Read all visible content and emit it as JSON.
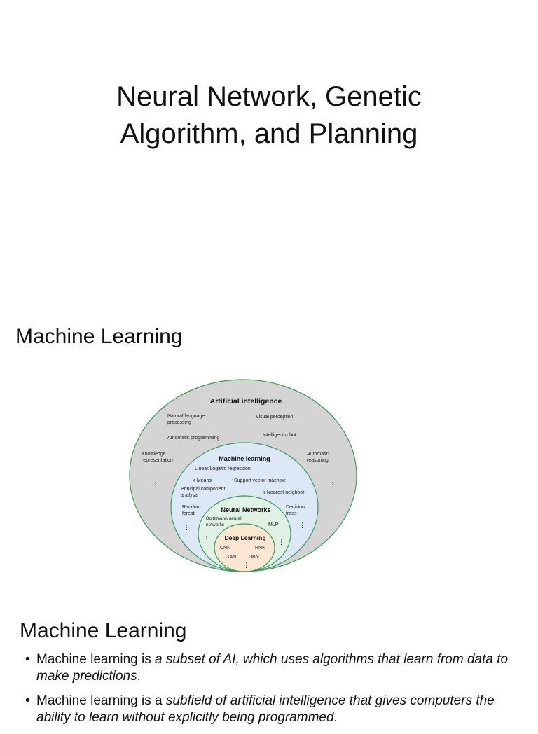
{
  "title": {
    "line1": "Neural Network, Genetic",
    "line2": "Algorithm, and Planning"
  },
  "section1": {
    "heading": "Machine Learning"
  },
  "diagram": {
    "ai": {
      "title": "Artificial intelligence",
      "nlp_line1": "Natural language",
      "nlp_line2": "processing",
      "visual": "Visual perception",
      "autoprog": "Automatic programming",
      "robot": "Intelligent robot",
      "kr_line1": "Knowledge",
      "kr_line2": "representation",
      "ar_line1": "Automatic",
      "ar_line2": "reasoning",
      "ellipsis": "⋮"
    },
    "ml": {
      "title": "Machine learning",
      "linreg": "Linear/Logistic regression",
      "kmeans": "k-Means",
      "svm": "Support vector machine",
      "pca_line1": "Principal component",
      "pca_line2": "analysis",
      "knn": "k-Nearest neighbor",
      "rf_line1": "Random",
      "rf_line2": "forest",
      "dt_line1": "Decision",
      "dt_line2": "trees",
      "ellipsis": "⋮"
    },
    "nn": {
      "title": "Neural Networks",
      "boltz_line1": "Boltzmann neural",
      "boltz_line2": "networks",
      "mlp": "MLP",
      "ellipsis": "⋮"
    },
    "dl": {
      "title": "Deep Learning",
      "cnn": "CNN",
      "rnn": "RNN",
      "gan": "GAN",
      "dbn": "DBN",
      "ellipsis": "⋮"
    },
    "colors": {
      "ai_fill": "#d4d4d4",
      "ml_fill": "#dce8f5",
      "nn_fill": "#e0f2e4",
      "dl_fill": "#fbe6d2",
      "stroke": "#3a9a5c"
    }
  },
  "section2": {
    "heading": "Machine Learning",
    "bullets": [
      {
        "dot": "•",
        "pre": "Machine learning is ",
        "em": "a subset of AI, which uses algorithms that learn from data to make predictions",
        "post": "."
      },
      {
        "dot": "•",
        "pre": "Machine learning is a ",
        "em": "subfield of artificial intelligence that gives computers the ability to learn without explicitly being programmed",
        "post": "."
      }
    ]
  }
}
